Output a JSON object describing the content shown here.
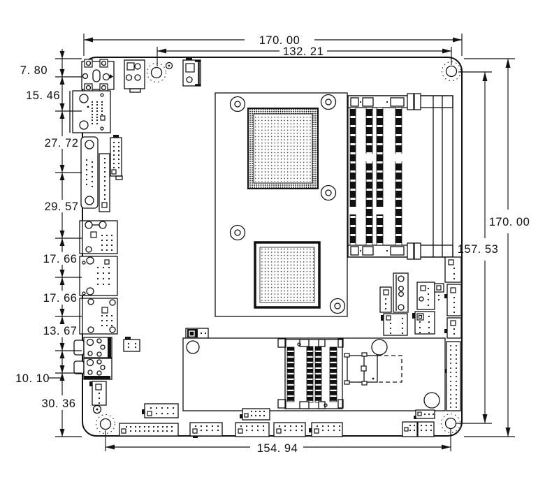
{
  "dimensions": {
    "top_width": "170. 00",
    "mount_hole_span_x": "132. 21",
    "left_chain": [
      "7. 80",
      "15. 46",
      "27. 72",
      "29. 57",
      "17. 66",
      "17. 66",
      "13. 67",
      "10. 10",
      "30. 36"
    ],
    "right_height": "170. 00",
    "mount_hole_span_y": "157. 53",
    "bottom_hole_span": "154. 94"
  },
  "colors": {
    "ink": "#111111",
    "background": "#ffffff"
  }
}
